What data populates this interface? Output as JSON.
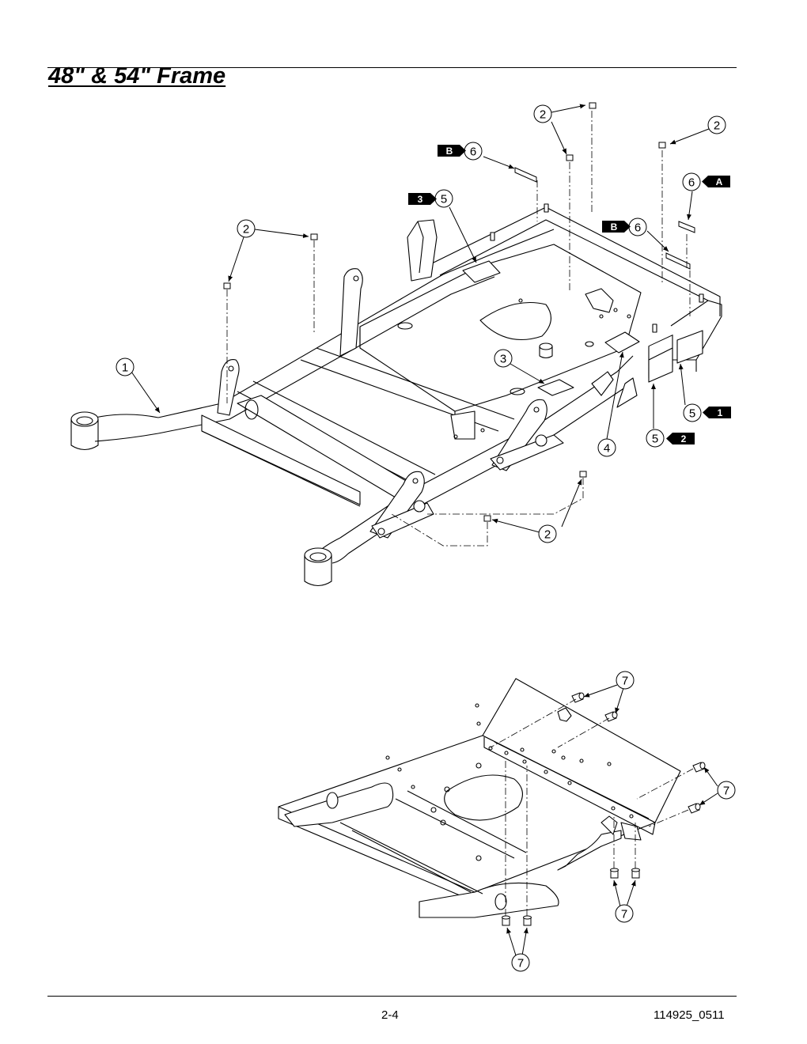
{
  "page": {
    "title": "48\" & 54\" Frame",
    "page_number": "2-4",
    "doc_code": "114925_0511"
  },
  "callouts": {
    "c1": "1",
    "c2": "2",
    "c3": "3",
    "c4": "4",
    "c5": "5",
    "c6": "6",
    "c7": "7"
  },
  "flags": {
    "b": "B",
    "a": "A",
    "n1": "1",
    "n2": "2",
    "n3": "3"
  }
}
